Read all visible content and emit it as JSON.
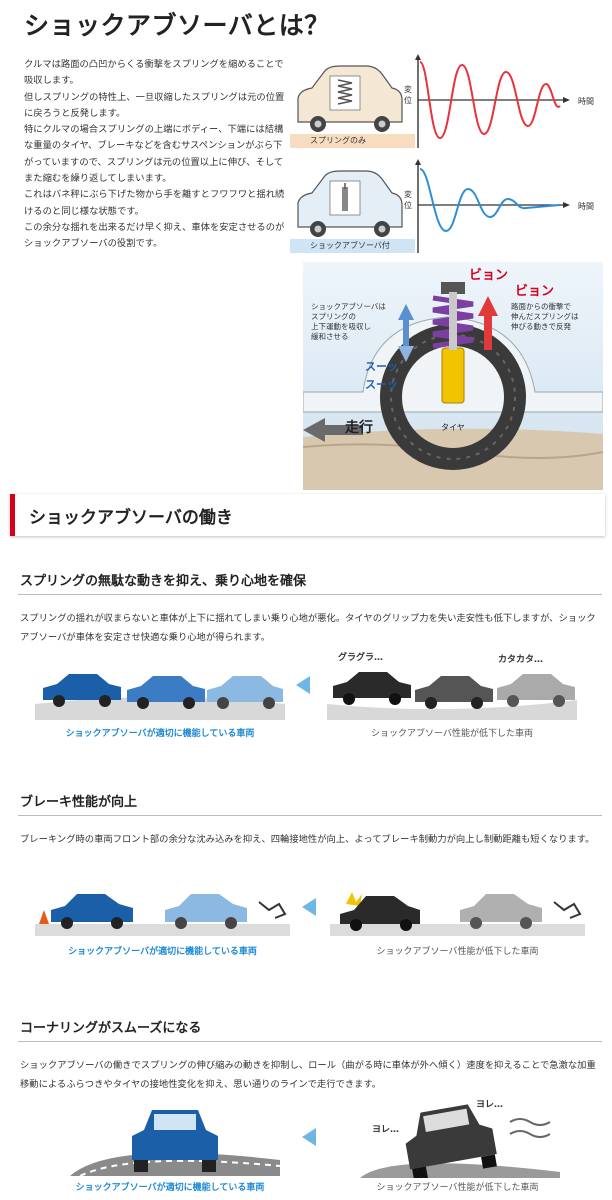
{
  "title": "ショックアブソーバとは？",
  "intro": [
    "クルマは路面の凸凹からくる衝撃をスプリングを縮めることで吸収します。",
    "但しスプリングの特性上、一旦収縮したスプリングは元の位置に戻ろうと反発します。",
    "特にクルマの場合スプリングの上端にボディー、下端には結構な重量のタイヤ、ブレーキなどを含むサスペンションがぶら下がっていますので、スプリングは元の位置以上に伸び、そしてまた縮むを繰り返してしまいます。",
    "これはバネ秤にぶら下げた物から手を離すとフワフワと揺れ続けるのと同じ様な状態です。",
    "この余分な揺れを出来るだけ早く抑え、車体を安定させるのがショックアブソーバの役割です。"
  ],
  "graph1": {
    "strip": "スプリングのみ",
    "ylabel": "変位",
    "xlabel": "時間"
  },
  "graph2": {
    "strip": "ショックアブソーバ付",
    "ylabel": "変位",
    "xlabel": "時間"
  },
  "illustration": {
    "left_note": "ショックアブソーバは\nスプリングの\n上下運動を吸収し\n緩和させる",
    "right_note": "路面からの衝撃で\n伸んだスプリングは\n伸びる動きで反発",
    "bion1": "ビョン",
    "bion2": "ビョン",
    "sound": "スーッ\nスーッ",
    "drive": "走行",
    "tire": "タイヤ"
  },
  "section2": {
    "title": "ショックアブソーバの働き"
  },
  "blocks": [
    {
      "heading": "スプリングの無駄な動きを抑え、乗り心地を確保",
      "text": "スプリングの揺れが収まらないと車体が上下に揺れてしまい乗り心地が悪化。タイヤのグリップ力を失い走安性も低下しますが、ショックアブソーバが車体を安定させ快適な乗り心地が得られます。",
      "good_caption": "ショックアブソーバが適切に機能している車両",
      "bad_caption": "ショックアブソーバ性能が低下した車両",
      "sfx1": "グラグラ…",
      "sfx2": "カタカタ…"
    },
    {
      "heading": "ブレーキ性能が向上",
      "text": "ブレーキング時の車両フロント部の余分な沈み込みを抑え、四輪接地性が向上、よってブレーキ制動力が向上し制動距離も短くなります。",
      "good_caption": "ショックアブソーバが適切に機能している車両",
      "bad_caption": "ショックアブソーバ性能が低下した車両"
    },
    {
      "heading": "コーナリングがスムーズになる",
      "text": "ショックアブソーバの働きでスプリングの伸び縮みの動きを抑制し、ロール（曲がる時に車体が外へ傾く）速度を抑えることで急激な加重移動によるふらつきやタイヤの接地性変化を抑え、思い通りのラインで走行できます。",
      "good_caption": "ショックアブソーバが適切に機能している車両",
      "bad_caption": "ショックアブソーバ性能が低下した車両",
      "sfx1": "ヨレ…",
      "sfx2": "ヨレ…"
    }
  ],
  "colors": {
    "accent": "#d6001c",
    "blue": "#1f8ad4",
    "wave_red": "#e8323c",
    "wave_blue": "#2e8fd6"
  }
}
